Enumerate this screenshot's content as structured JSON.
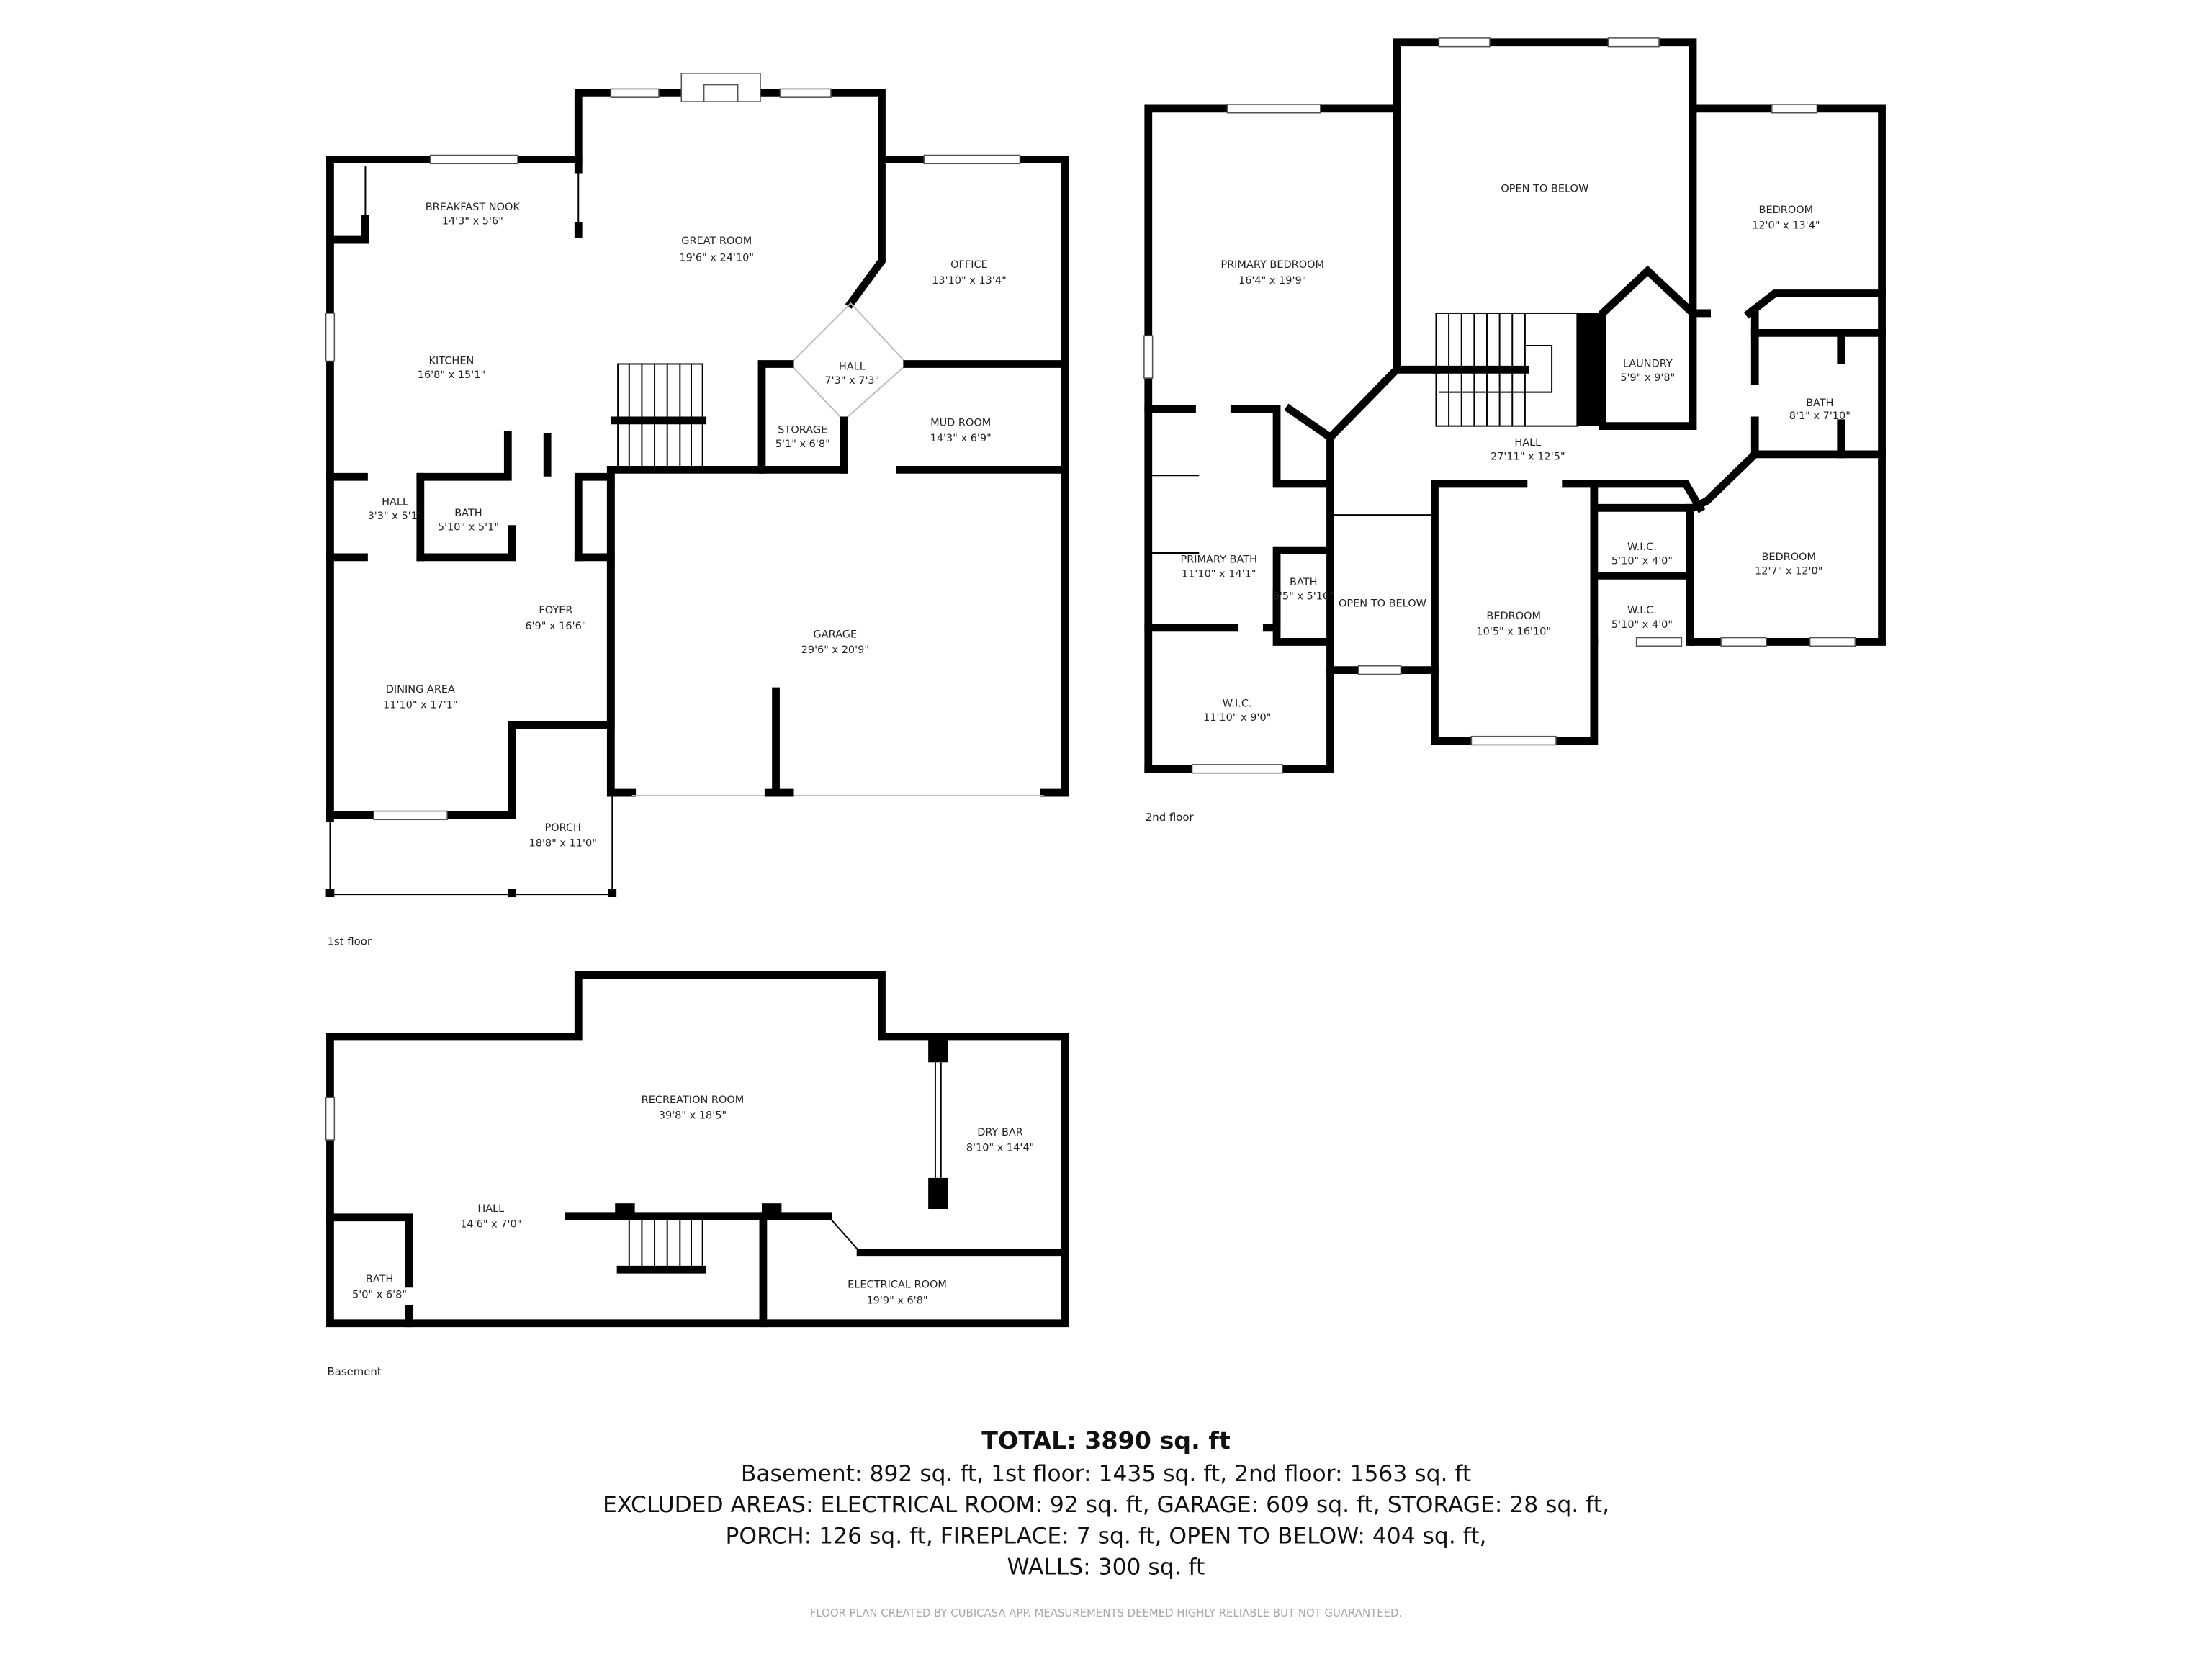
{
  "floors": {
    "first": {
      "label": "1st floor",
      "rooms": [
        {
          "name": "BREAKFAST NOOK",
          "dims": "14'3\" x 5'6\""
        },
        {
          "name": "GREAT ROOM",
          "dims": "19'6\" x 24'10\""
        },
        {
          "name": "OFFICE",
          "dims": "13'10\" x 13'4\""
        },
        {
          "name": "KITCHEN",
          "dims": "16'8\" x 15'1\""
        },
        {
          "name": "HALL",
          "dims": "7'3\" x 7'3\""
        },
        {
          "name": "STORAGE",
          "dims": "5'1\" x 6'8\""
        },
        {
          "name": "MUD ROOM",
          "dims": "14'3\" x 6'9\""
        },
        {
          "name": "HALL",
          "dims": "3'3\" x 5'1\""
        },
        {
          "name": "BATH",
          "dims": "5'10\" x 5'1\""
        },
        {
          "name": "FOYER",
          "dims": "6'9\" x 16'6\""
        },
        {
          "name": "GARAGE",
          "dims": "29'6\" x 20'9\""
        },
        {
          "name": "DINING AREA",
          "dims": "11'10\" x 17'1\""
        },
        {
          "name": "PORCH",
          "dims": "18'8\" x 11'0\""
        }
      ]
    },
    "second": {
      "label": "2nd floor",
      "rooms": [
        {
          "name": "OPEN TO BELOW",
          "dims": ""
        },
        {
          "name": "PRIMARY BEDROOM",
          "dims": "16'4\" x 19'9\""
        },
        {
          "name": "BEDROOM",
          "dims": "12'0\" x 13'4\""
        },
        {
          "name": "LAUNDRY",
          "dims": "5'9\" x 9'8\""
        },
        {
          "name": "BATH",
          "dims": "8'1\" x 7'10\""
        },
        {
          "name": "HALL",
          "dims": "27'11\" x 12'5\""
        },
        {
          "name": "W.I.C.",
          "dims": "5'10\" x 4'0\""
        },
        {
          "name": "BEDROOM",
          "dims": "12'7\" x 12'0\""
        },
        {
          "name": "PRIMARY BATH",
          "dims": "11'10\" x 14'1\""
        },
        {
          "name": "BATH",
          "dims": "8'5\" x 5'10\""
        },
        {
          "name": "OPEN TO BELOW",
          "dims": ""
        },
        {
          "name": "BEDROOM",
          "dims": "10'5\" x 16'10\""
        },
        {
          "name": "W.I.C.",
          "dims": "5'10\" x 4'0\""
        },
        {
          "name": "W.I.C.",
          "dims": "11'10\" x 9'0\""
        }
      ]
    },
    "basement": {
      "label": "Basement",
      "rooms": [
        {
          "name": "RECREATION ROOM",
          "dims": "39'8\" x 18'5\""
        },
        {
          "name": "DRY BAR",
          "dims": "8'10\" x 14'4\""
        },
        {
          "name": "HALL",
          "dims": "14'6\" x 7'0\""
        },
        {
          "name": "BATH",
          "dims": "5'0\" x 6'8\""
        },
        {
          "name": "ELECTRICAL ROOM",
          "dims": "19'9\" x 6'8\""
        }
      ]
    }
  },
  "summary": {
    "total": "TOTAL: 3890 sq. ft",
    "line1": "Basement: 892 sq. ft, 1st floor: 1435 sq. ft, 2nd floor: 1563 sq. ft",
    "line2": "EXCLUDED AREAS: ELECTRICAL ROOM: 92 sq. ft, GARAGE: 609 sq. ft, STORAGE: 28 sq. ft,",
    "line3": "PORCH: 126 sq. ft, FIREPLACE: 7 sq. ft, OPEN TO BELOW: 404 sq. ft,",
    "line4": "WALLS: 300 sq. ft",
    "credit": "FLOOR PLAN CREATED BY CUBICASA APP. MEASUREMENTS DEEMED HIGHLY RELIABLE BUT NOT GUARANTEED."
  },
  "colors": {
    "wall": "#000000",
    "background": "#ffffff",
    "text": "#222222",
    "credit": "#a8a8a8"
  }
}
